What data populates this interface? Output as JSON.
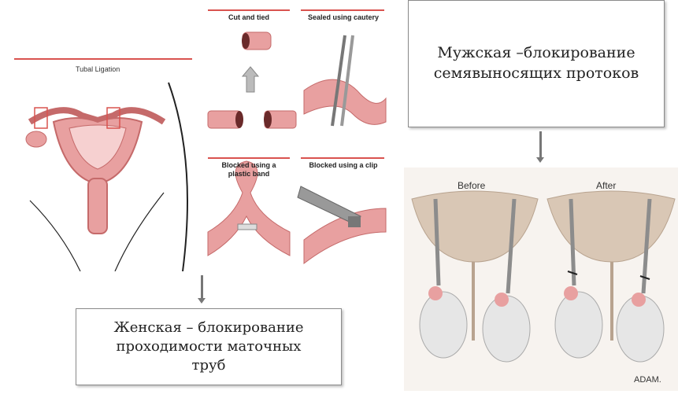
{
  "female_figure": {
    "tubal_title": "Tubal Ligation",
    "panels": {
      "cut": "Cut and tied",
      "sealed": "Sealed using cautery",
      "band_line1": "Blocked using a",
      "band_line2": "plastic band",
      "clip": "Blocked using a clip"
    }
  },
  "female_caption": {
    "line1": "Женская – блокирование",
    "line2": "проходимости маточных",
    "line3": "труб"
  },
  "male_caption": {
    "line1": "Мужская –блокирование",
    "line2": "семявыносящих протоков"
  },
  "male_figure": {
    "before": "Before",
    "after": "After",
    "brand": "ADAM."
  },
  "colors": {
    "tissue": "#e8a0a0",
    "tissue_dark": "#c56a6a",
    "rule": "#d9534f",
    "scrotum": "#e6e6e6"
  }
}
